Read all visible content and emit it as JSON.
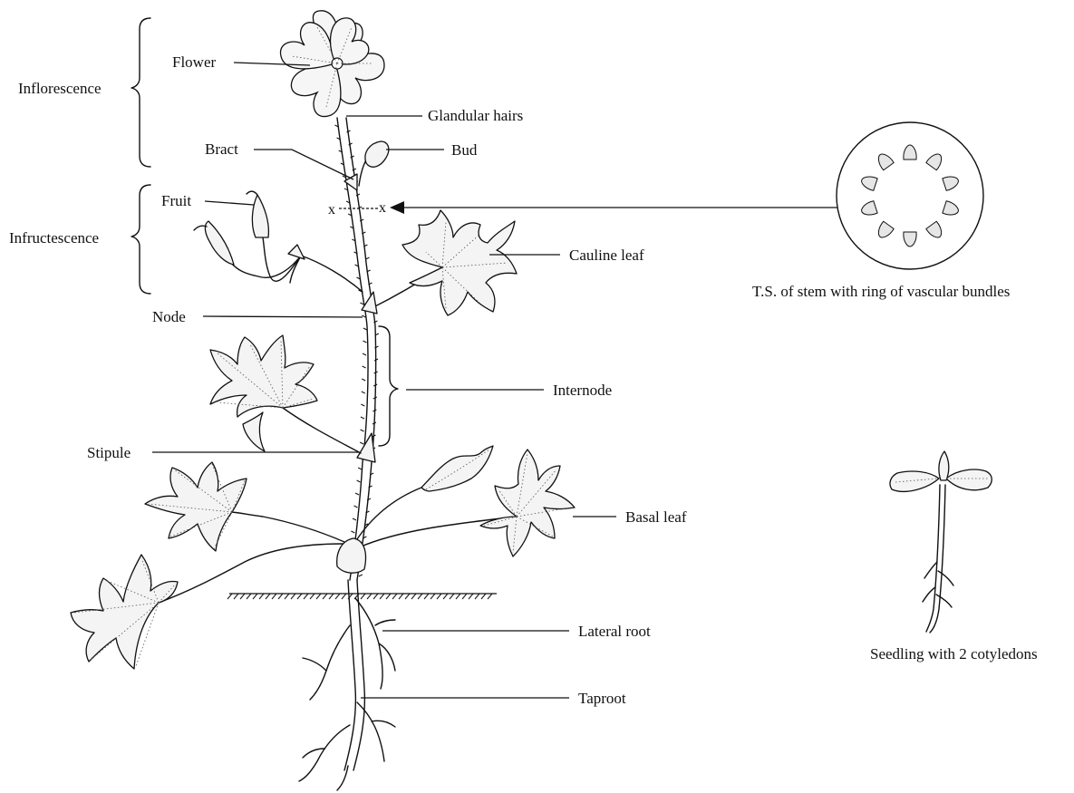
{
  "labels": {
    "flower": "Flower",
    "glandular_hairs": "Glandular hairs",
    "inflorescence": "Inflorescence",
    "bract": "Bract",
    "bud": "Bud",
    "fruit": "Fruit",
    "infructescence": "Infructescence",
    "cauline_leaf": "Cauline leaf",
    "node": "Node",
    "internode": "Internode",
    "stipule": "Stipule",
    "basal_leaf": "Basal leaf",
    "lateral_root": "Lateral root",
    "taproot": "Taproot",
    "ts_caption": "T.S. of stem with ring of vascular bundles",
    "seedling_caption": "Seedling with 2 cotyledons",
    "cut_mark_left": "x",
    "cut_mark_right": "x"
  },
  "cross_section": {
    "vascular_bundle_count": 10
  }
}
